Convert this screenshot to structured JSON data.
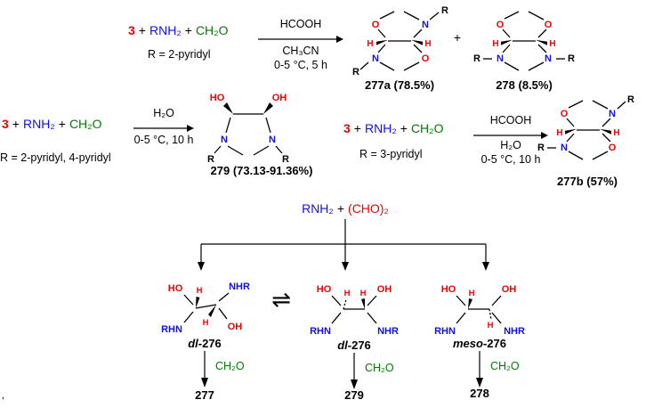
{
  "colors": {
    "red": "#f20000",
    "blue": "#1010e8",
    "green": "#007d00",
    "black": "#000000"
  },
  "atoms": {
    "O": "O",
    "N": "N",
    "R": "R",
    "H": "H",
    "HO": "HO",
    "OH": "OH",
    "NHR": "NHR",
    "RHN": "RHN"
  },
  "reactants": {
    "compound3": "3",
    "plus": "+",
    "amine": "RNH₂",
    "formaldehyde": "CH₂O"
  },
  "rxn1": {
    "above": "HCOOH",
    "below1": "CH₃CN",
    "below2": "0-5 °C, 5 h",
    "r_def": "R = 2-pyridyl",
    "product1_label": "277a (78.5%)",
    "plus": "+",
    "product2_label": "278 (8.5%)"
  },
  "rxn2": {
    "above": "H₂O",
    "below1": "0-5 °C, 10 h",
    "r_def": "R = 2-pyridyl, 4-pyridyl",
    "product_label": "279 (73.13-91.36%)"
  },
  "rxn3": {
    "above": "HCOOH",
    "below1": "H₂O",
    "below2": "0-5 °C, 10 h",
    "r_def": "R = 3-pyridyl",
    "product_label": "277b (57%)"
  },
  "bottom": {
    "amine": "RNH₂",
    "plus": "+",
    "glyoxal": "(CHO)₂",
    "int1_prefix": "dl",
    "int1_suffix": "-276",
    "int2_prefix": "dl",
    "int2_suffix": "-276",
    "int3_prefix": "meso",
    "int3_suffix": "-276",
    "equilibrium_symbol": "⇌",
    "reagent": "CH₂O",
    "product1": "277",
    "product2": "279",
    "product3": "278",
    "stray_mark": "‚"
  }
}
